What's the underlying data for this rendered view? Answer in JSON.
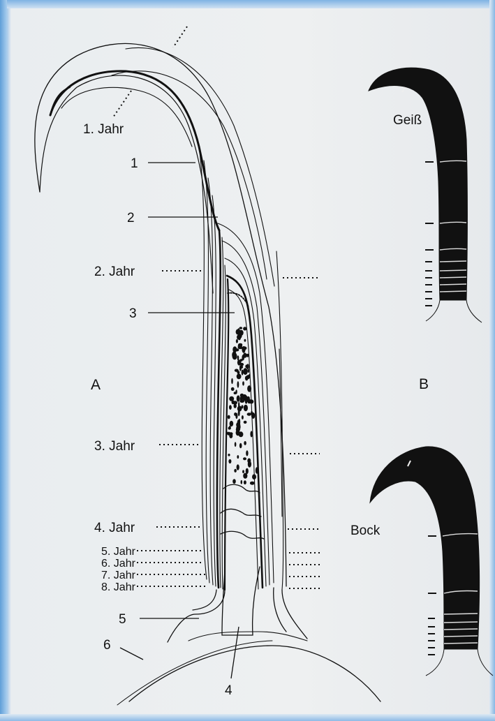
{
  "panels": {
    "left": "A",
    "right": "B"
  },
  "horn_labels": {
    "female": "Geiß",
    "male": "Bock"
  },
  "year_labels": [
    "1. Jahr",
    "2. Jahr",
    "3. Jahr",
    "4. Jahr",
    "5. Jahr",
    "6. Jahr",
    "7. Jahr",
    "8. Jahr"
  ],
  "part_numbers": [
    "1",
    "2",
    "3",
    "4",
    "5",
    "6"
  ]
}
